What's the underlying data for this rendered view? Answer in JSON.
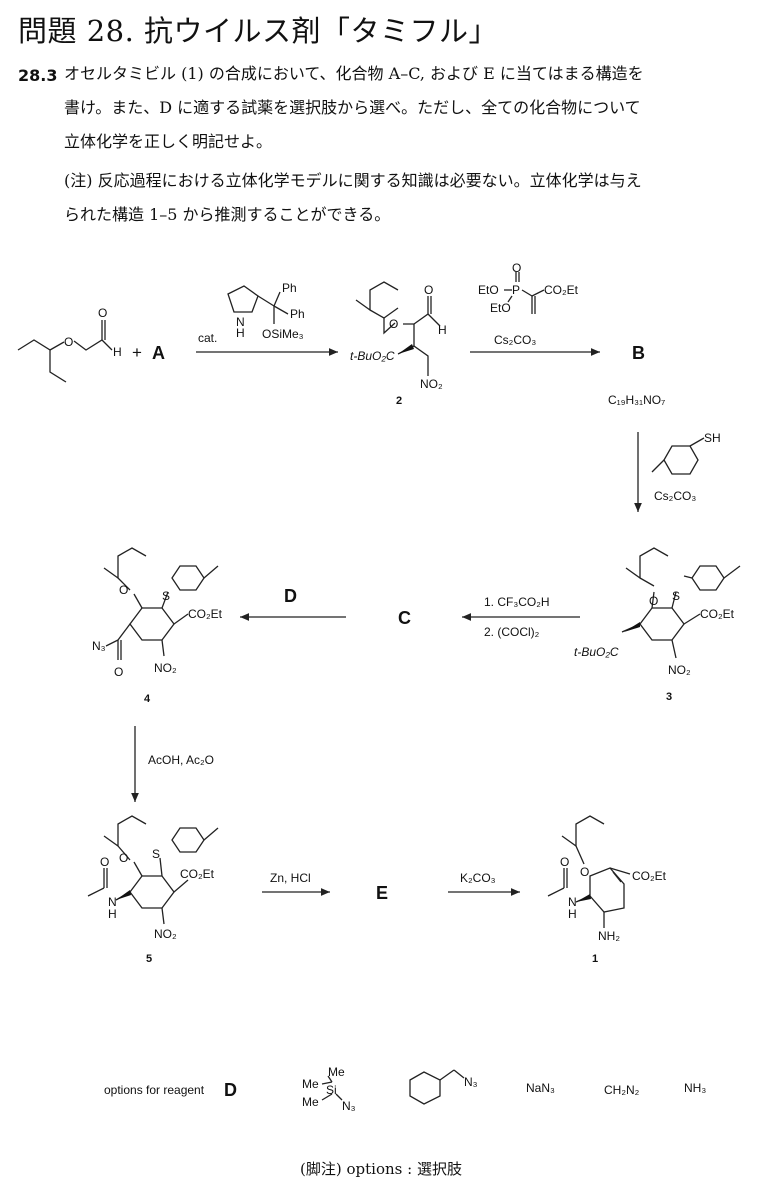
{
  "header": {
    "title": "問題 28. 抗ウイルス剤「タミフル」"
  },
  "question": {
    "number": "28.3",
    "lines": [
      "オセルタミビル (1) の合成において、化合物 A–C, および E に当てはまる構造を",
      "書け。また、D に適する試薬を選択肢から選べ。ただし、全ての化合物について",
      "立体化学を正しく明記せよ。",
      "(注) 反応過程における立体化学モデルに関する知識は必要ない。立体化学は与え",
      "られた構造 1–5 から推測することができる。"
    ]
  },
  "scheme": {
    "placeholders": {
      "A": "A",
      "B": "B",
      "C": "C",
      "D": "D",
      "E": "E"
    },
    "plus": "+",
    "step1": {
      "catalyst_label": "cat.",
      "ph1": "Ph",
      "ph2": "Ph",
      "nh": "H",
      "n": "N",
      "tms": "OSiMe₃"
    },
    "step2": {
      "eto1": "EtO",
      "eto2": "EtO",
      "p": "P",
      "o": "O",
      "ester": "CO₂Et",
      "base": "Cs₂CO₃"
    },
    "b_formula": "C₁₉H₃₁NO₇",
    "step3": {
      "sh": "SH",
      "base": "Cs₂CO₃"
    },
    "step4": {
      "line1": "1. CF₃CO₂H",
      "line2": "2. (COCl)₂"
    },
    "step5": {
      "reagents": "AcOH, Ac₂O"
    },
    "step6": {
      "reagents": "Zn, HCl"
    },
    "step7": {
      "reagents": "K₂CO₃"
    },
    "atoms": {
      "o": "O",
      "h": "H",
      "s": "S",
      "n3": "N₃",
      "no2": "NO₂",
      "co2et": "CO₂Et",
      "tbuo2c": "t-BuO₂C",
      "nh": "N",
      "nh_h": "H",
      "nh2": "NH₂"
    },
    "compound_numbers": {
      "c1": "1",
      "c2": "2",
      "c3": "3",
      "c4": "4",
      "c5": "5"
    }
  },
  "options": {
    "label": "options for reagent",
    "letter": "D",
    "tmsn3": {
      "me1": "Me",
      "me2": "Me",
      "me3": "Me",
      "si": "Si",
      "n3": "N₃"
    },
    "bnn3": "N₃",
    "nan3": "NaN₃",
    "ch2n2": "CH₂N₂",
    "nh3": "NH₃"
  },
  "footnote": "(脚注) options : 選択肢"
}
